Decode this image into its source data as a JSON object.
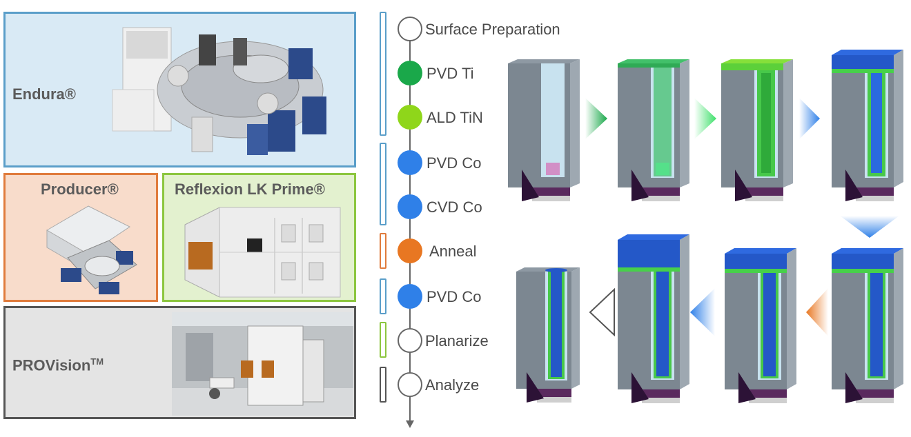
{
  "tools": [
    {
      "name": "Endura®"
    },
    {
      "name": "Producer®"
    },
    {
      "name": "Reflexion LK Prime®"
    },
    {
      "name_main": "PROVision",
      "name_sup": "TM"
    }
  ],
  "steps": [
    {
      "label": "Surface Preparation",
      "fill": "#ffffff"
    },
    {
      "label": "PVD Ti",
      "fill": "#1aa84a"
    },
    {
      "label": "ALD TiN",
      "fill": "#8fd61a"
    },
    {
      "label": "PVD Co",
      "fill": "#2f80e8"
    },
    {
      "label": "CVD Co",
      "fill": "#2f80e8"
    },
    {
      "label": "Anneal",
      "fill": "#e87722"
    },
    {
      "label": "PVD Co",
      "fill": "#2f80e8"
    },
    {
      "label": "Planarize",
      "fill": "#ffffff"
    },
    {
      "label": "Analyze",
      "fill": "#ffffff"
    }
  ],
  "colors": {
    "endura_border": "#5a9ec9",
    "endura_bg": "#d9eaf5",
    "producer_border": "#e07b3c",
    "producer_bg": "#f8dccb",
    "reflexion_border": "#8cc63f",
    "reflexion_bg": "#e3f1cf",
    "provision_border": "#555555",
    "provision_bg": "#e4e4e4",
    "green": "#1aa84a",
    "lime": "#8fd61a",
    "blue": "#2f80e8",
    "orange": "#e87722"
  }
}
